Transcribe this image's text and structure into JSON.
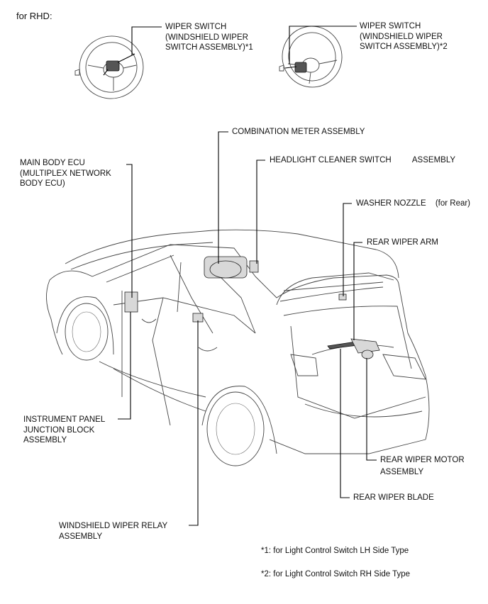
{
  "header": {
    "title": "for RHD:"
  },
  "labels": {
    "wiper_switch_1": [
      "WIPER SWITCH",
      "(WINDSHIELD WIPER",
      "SWITCH ASSEMBLY)*1"
    ],
    "wiper_switch_2": [
      "WIPER SWITCH",
      "(WINDSHIELD WIPER",
      "SWITCH ASSEMBLY)*2"
    ],
    "combination_meter": "COMBINATION METER ASSEMBLY",
    "headlight_cleaner": {
      "name": "HEADLIGHT CLEANER SWITCH",
      "suffix": "ASSEMBLY"
    },
    "main_body_ecu": [
      "MAIN BODY ECU",
      "(MULTIPLEX NETWORK",
      "BODY ECU)"
    ],
    "washer_nozzle": {
      "name": "WASHER NOZZLE",
      "suffix": "(for Rear)"
    },
    "rear_wiper_arm": "REAR WIPER ARM",
    "instrument_panel_jb": [
      "INSTRUMENT PANEL",
      "JUNCTION BLOCK",
      "ASSEMBLY"
    ],
    "rear_wiper_motor": [
      "REAR WIPER MOTOR",
      "ASSEMBLY"
    ],
    "rear_wiper_blade": "REAR WIPER BLADE",
    "wiper_relay": [
      "WINDSHIELD WIPER RELAY",
      "ASSEMBLY"
    ]
  },
  "footnotes": {
    "note1": "*1: for Light Control Switch LH Side Type",
    "note2": "*2: for Light Control Switch RH Side Type"
  }
}
